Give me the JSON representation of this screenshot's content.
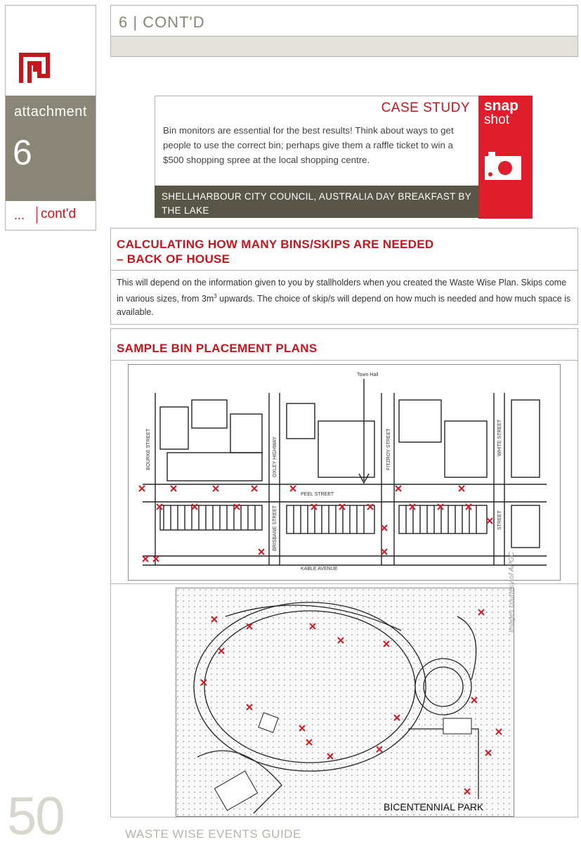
{
  "tab": {
    "attachment_label": "attachment",
    "number": "6",
    "dots": "...",
    "cont_label": "cont'd"
  },
  "header": {
    "title": "6 | CONT'D"
  },
  "case_study": {
    "heading": "CASE STUDY",
    "body": "Bin monitors are essential for the best results! Think about ways to get people to use the correct bin; perhaps give them a raffle ticket to win a $500 shopping spree at the local shopping centre.",
    "source": "SHELLHARBOUR CITY COUNCIL, AUSTRALIA DAY BREAKFAST BY THE LAKE",
    "snap_label": "snap",
    "shot_label": "shot"
  },
  "calculating": {
    "heading_line1": "CALCULATING HOW MANY BINS/SKIPS ARE NEEDED",
    "heading_line2": "– BACK OF HOUSE",
    "body_part1": "This will depend on the information given to you by stallholders when you created the Waste Wise Plan. Skips come in various sizes, from 3m",
    "body_sup": "3",
    "body_part2": " upwards. The choice of skip/s will depend on how much is needed and how much space is available."
  },
  "plans": {
    "heading": "SAMPLE BIN PLACEMENT PLANS",
    "map1_labels": {
      "bourke": "BOURKE STREET",
      "oxley": "OXLEY HIGHWAY",
      "peel": "PEEL STREET",
      "fitzroy": "FITZROY STREET",
      "white": "WHITE STREET",
      "brisbane": "BRISBANE STREET",
      "kable": "KABLE AVENUE",
      "town_hall": "Town Hall",
      "street": "STREET"
    },
    "map2_label": "BICENTENNIAL PARK",
    "credit": "Images courtesy of APGC"
  },
  "footer": {
    "page_number": "50",
    "guide_title": "WASTE WISE EVENTS GUIDE"
  },
  "colors": {
    "accent_red": "#c4161c",
    "snap_red": "#e01e2b",
    "taupe": "#8a8677",
    "dark_taupe": "#5a5647"
  }
}
